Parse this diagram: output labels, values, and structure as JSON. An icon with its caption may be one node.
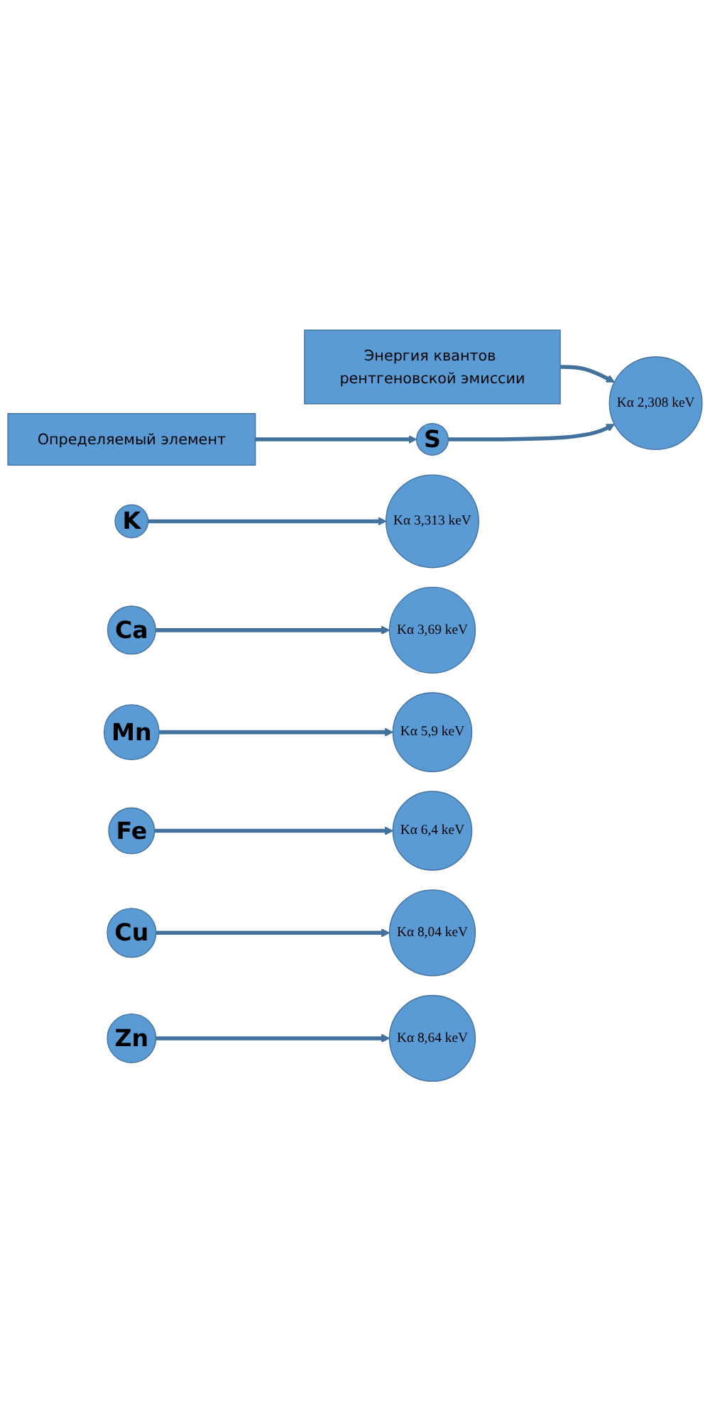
{
  "diagram": {
    "nodes": [
      {
        "text": [
          "Определяемый элемент"
        ]
      },
      {
        "text": [
          "Энергия квантов рентгеновской эмиссии"
        ]
      },
      {
        "text": [
          "S"
        ]
      },
      {
        "text": [
          "Kα 2,308 keV"
        ]
      },
      {
        "text": [
          "K"
        ]
      },
      {
        "text": [
          "Kα 3,313 keV"
        ]
      },
      {
        "text": [
          "Ca"
        ]
      },
      {
        "text": [
          "Kα 3,69 keV"
        ]
      },
      {
        "text": [
          "Mn"
        ]
      },
      {
        "text": [
          "Kα 5,9 keV"
        ]
      },
      {
        "text": [
          "Fe"
        ]
      },
      {
        "text": [
          "Kα 6,4 keV"
        ]
      },
      {
        "text": [
          "Cu"
        ]
      },
      {
        "text": [
          "Kα 8,04 keV"
        ]
      },
      {
        "text": [
          "Zn"
        ]
      },
      {
        "text": [
          "Kα 8,64 keV"
        ]
      }
    ],
    "edges": [
      {
        "from": 0,
        "to": 2,
        "arrow": "to"
      },
      {
        "from": 1,
        "to": 3,
        "arrow": "to"
      },
      {
        "from": 2,
        "to": 3,
        "arrow": "to"
      },
      {
        "from": 4,
        "to": 5,
        "arrow": "to"
      },
      {
        "from": 6,
        "to": 7,
        "arrow": "to"
      },
      {
        "from": 8,
        "to": 9,
        "arrow": "to"
      },
      {
        "from": 10,
        "to": 11,
        "arrow": "to"
      },
      {
        "from": 12,
        "to": 13,
        "arrow": "to"
      },
      {
        "from": 14,
        "to": 15,
        "arrow": "to"
      }
    ]
  }
}
